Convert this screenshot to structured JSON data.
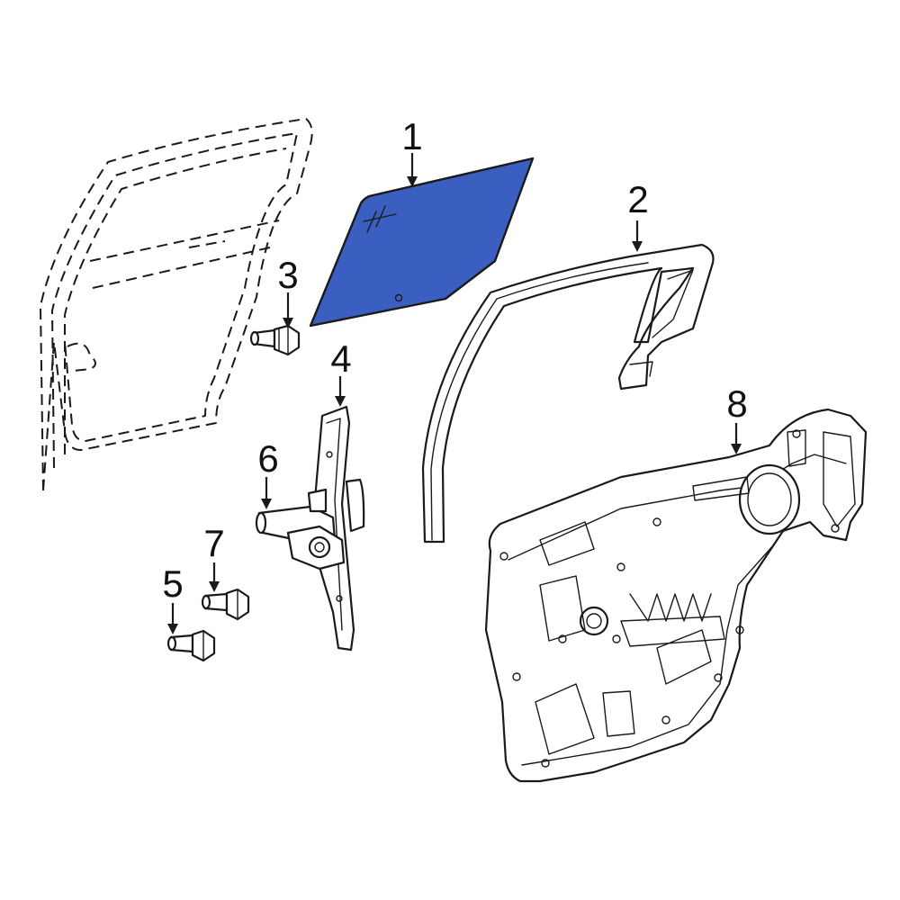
{
  "colors": {
    "highlight": "#3b5fc0",
    "line": "#1a1a1a",
    "background": "#ffffff"
  },
  "callouts": {
    "c1": "1",
    "c2": "2",
    "c3": "3",
    "c4": "4",
    "c5": "5",
    "c6": "6",
    "c7": "7",
    "c8": "8"
  }
}
